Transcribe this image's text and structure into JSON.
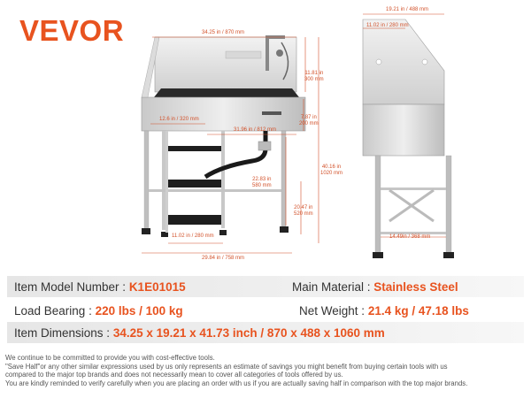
{
  "brand": "VEVOR",
  "dims_front": {
    "overall_width": "34.25 in / 870 mm",
    "tub_height": "11.81 in\n300 mm",
    "ramp_depth": "12.6 in / 320 mm",
    "basin_length": "31.96 in / 812 mm",
    "drain_height": "7.87 in\n200 mm",
    "overall_height": "40.16 in\n1020 mm",
    "leg_width": "22.83 in\n580 mm",
    "leg_height": "20.47 in\n520 mm",
    "step_width": "11.02 in / 280 mm",
    "base_width": "29.84 in / 758 mm"
  },
  "dims_side": {
    "top_width": "19.21 in / 488 mm",
    "panel_width": "11.02 in / 280 mm",
    "base_width": "14.49in / 368 mm"
  },
  "specs": {
    "model_label": "Item Model Number :",
    "model_value": "K1E01015",
    "material_label": "Main Material :",
    "material_value": "Stainless Steel",
    "load_label": "Load Bearing :",
    "load_value": "220 lbs / 100 kg",
    "weight_label": "Net Weight :",
    "weight_value": "21.4 kg / 47.18 lbs",
    "dims_label": "Item Dimensions :",
    "dims_value": "34.25 x 19.21 x 41.73 inch / 870 x 488 x 1060 mm"
  },
  "disclaimer": [
    "We continue to be committed to provide you with cost-effective tools.",
    "\"Save Half\"or any other similar expressions used by us only represents an estimate of savings you might benefit from buying certain tools with us",
    "compared to the major top brands and does not necessarily mean to cover all categories of tools offered by us.",
    "You are kindly reminded to verify carefully when you are placing an order with us if you are actually saving half in comparison with the top major brands."
  ]
}
